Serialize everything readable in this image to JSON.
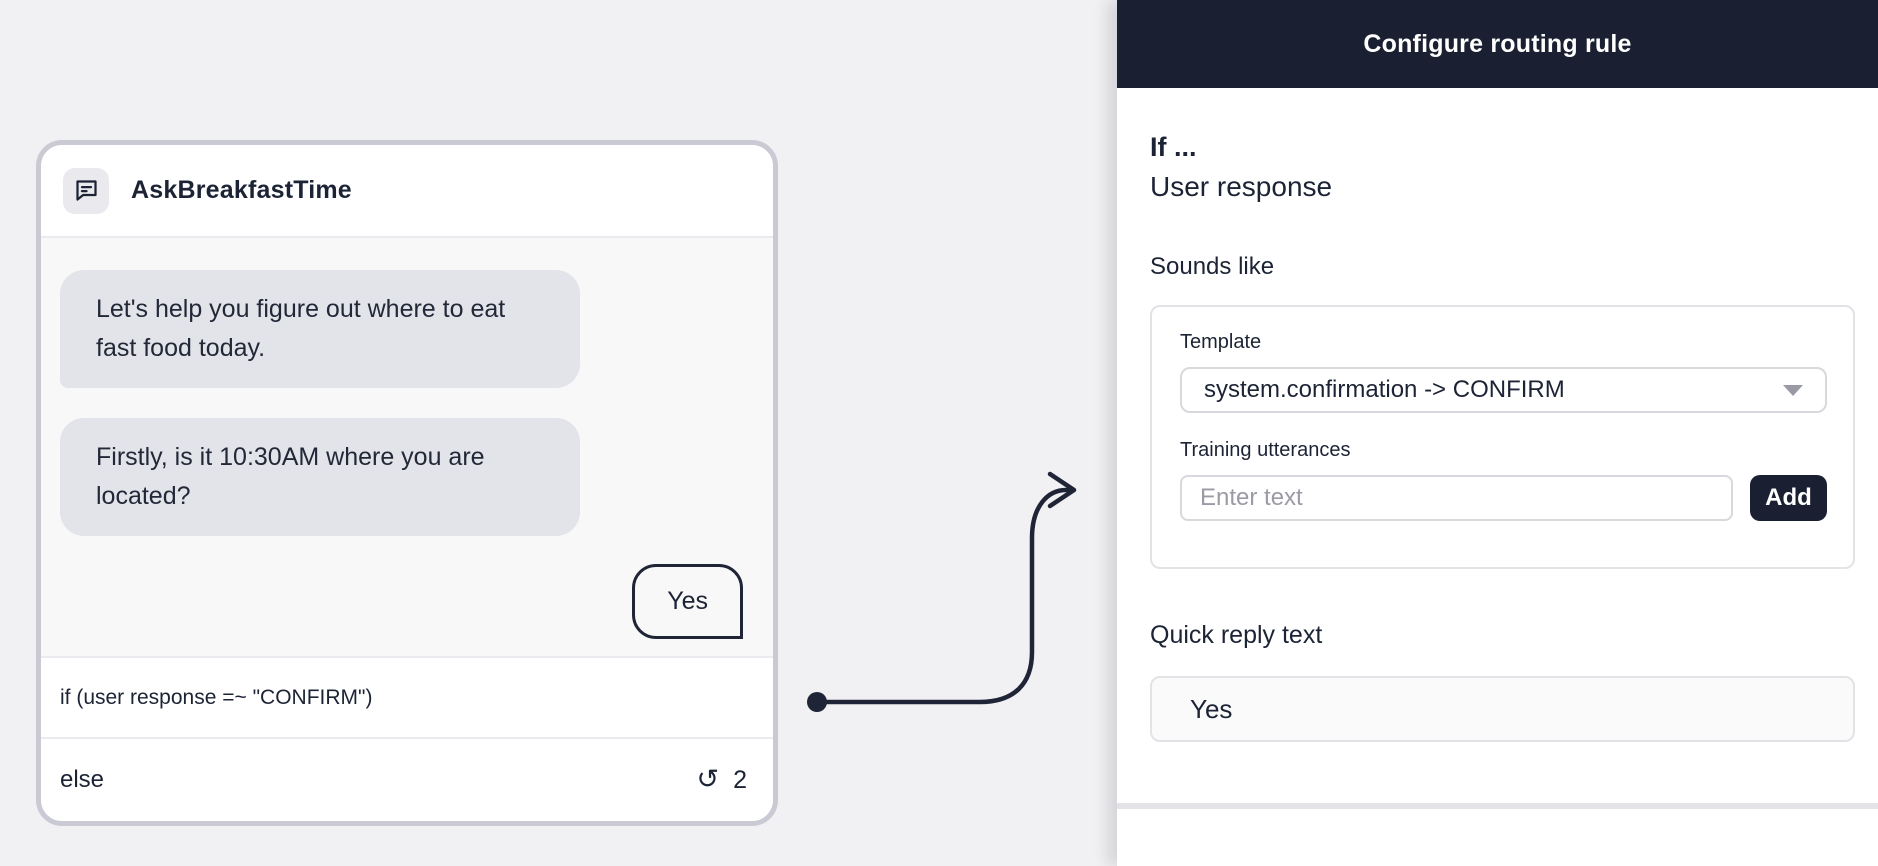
{
  "node": {
    "title": "AskBreakfastTime",
    "messages": [
      "Let's help you figure out where to eat fast food today.",
      "Firstly, is it 10:30AM where you are located?"
    ],
    "quick_reply_chip": "Yes",
    "if_condition": "if (user response =~ \"CONFIRM\")",
    "else_label": "else",
    "else_loop_count": "2",
    "loop_icon_glyph": "↺"
  },
  "panel": {
    "title": "Configure routing rule",
    "if_heading": "If ...",
    "if_value": "User response",
    "sounds_like_label": "Sounds like",
    "template_label": "Template",
    "template_selected": "system.confirmation -> CONFIRM",
    "training_label": "Training utterances",
    "training_placeholder": "Enter text",
    "add_button_label": "Add",
    "quick_reply_label": "Quick reply text",
    "quick_reply_value": "Yes"
  },
  "colors": {
    "accent_dark": "#1a2032",
    "bubble_gray": "#e3e4e9",
    "canvas_bg": "#f1f1f3",
    "card_border": "#c9cad3"
  }
}
